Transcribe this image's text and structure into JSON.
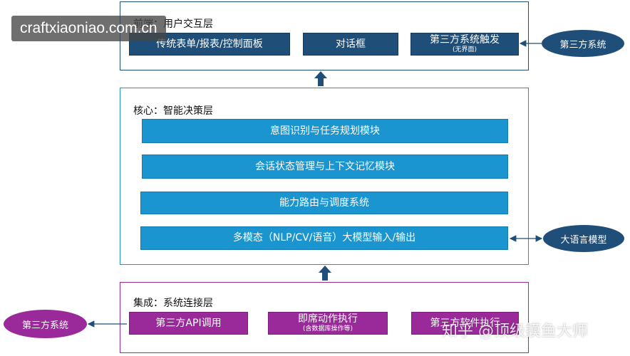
{
  "watermarks": {
    "site": "craftxiaoniao.com.cn",
    "author": "知乎 @顶级摸鱼大师"
  },
  "frontend_layer": {
    "title": "前端：用户交互层",
    "boxes": [
      {
        "label": "传统表单/报表/控制面板",
        "sub": ""
      },
      {
        "label": "对话框",
        "sub": ""
      },
      {
        "label": "第三方系统触发",
        "sub": "(无界面)"
      }
    ],
    "external": "第三方系统"
  },
  "core_layer": {
    "title": "核心：智能决策层",
    "boxes": [
      {
        "label": "意图识别与任务规划模块"
      },
      {
        "label": "会话状态管理与上下文记忆模块"
      },
      {
        "label": "能力路由与调度系统"
      },
      {
        "label": "多模态（NLP/CV/语音）大模型输入/输出"
      }
    ],
    "external": "大语言模型"
  },
  "integration_layer": {
    "title": "集成：系统连接层",
    "boxes": [
      {
        "label": "第三方API调用",
        "sub": ""
      },
      {
        "label": "即席动作执行",
        "sub": "(含数据库操作等)"
      },
      {
        "label": "第三方软件执行",
        "sub": ""
      }
    ],
    "external": "第三方系统"
  },
  "colors": {
    "frontend": "#1f4e79",
    "core": "#1a95cf",
    "integration": "#9a2a9a",
    "arrow": "#1f4e79"
  }
}
